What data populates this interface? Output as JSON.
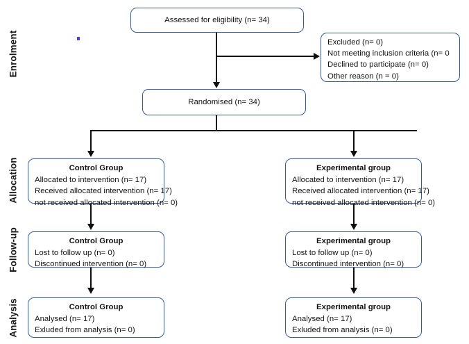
{
  "diagram": {
    "type": "consort-flow-diagram",
    "accent_color": "#2E5C9A",
    "connector_color": "#0d0d0d",
    "background_color": "#ffffff"
  },
  "stages": [
    {
      "key": "enrolment",
      "label": "Enrolment"
    },
    {
      "key": "allocation",
      "label": "Allocation"
    },
    {
      "key": "followup",
      "label": "Follow-up"
    },
    {
      "key": "analysis",
      "label": "Analysis"
    }
  ],
  "boxes": {
    "assessed": {
      "lines": [
        "Assessed for eligibility (n= 34)"
      ]
    },
    "excluded": {
      "lines": [
        "Excluded (n= 0)",
        "Not meeting inclusion criteria (n= 0",
        "Declined to participate (n= 0)",
        "Other reason (n = 0)"
      ]
    },
    "randomised": {
      "lines": [
        "Randomised (n= 34)"
      ]
    },
    "alloc_control": {
      "title": "Control Group",
      "lines": [
        "Allocated to intervention (n= 17)",
        "Received allocated intervention (n= 17)",
        "not received allocated intervention (n= 0)"
      ]
    },
    "alloc_experimental": {
      "title": "Experimental group",
      "lines": [
        "Allocated to intervention (n= 17)",
        "Received allocated intervention (n= 17)",
        "not received allocated intervention (n= 0)"
      ]
    },
    "followup_control": {
      "title": "Control Group",
      "lines": [
        "Lost to follow up (n= 0)",
        "Discontinued intervention (n= 0)"
      ]
    },
    "followup_experimental": {
      "title": "Experimental group",
      "lines": [
        "Lost to follow up (n= 0)",
        "Discontinued intervention (n= 0)"
      ]
    },
    "analysis_control": {
      "title": "Control Group",
      "lines": [
        "Analysed (n= 17)",
        "Exluded from analysis (n= 0)"
      ]
    },
    "analysis_experimental": {
      "title": "Experimental group",
      "lines": [
        "Analysed (n= 17)",
        "Exluded from analysis (n= 0)"
      ]
    }
  }
}
